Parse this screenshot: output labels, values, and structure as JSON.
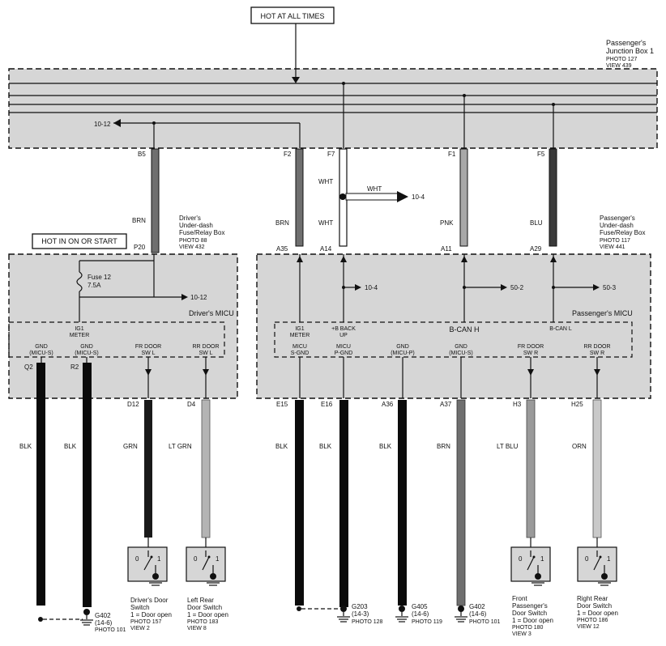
{
  "labels": {
    "hot_at_all_times": "HOT AT ALL TIMES",
    "hot_in_on": "HOT IN ON OR START",
    "pjb": [
      "Passenger's",
      "Junction Box 1",
      "PHOTO 127",
      "VIEW 439"
    ],
    "driver_fuse_box": [
      "Driver's",
      "Under-dash",
      "Fuse/Relay Box",
      "PHOTO 88",
      "VIEW 432"
    ],
    "passenger_fuse_box": [
      "Passenger's",
      "Under-dash",
      "Fuse/Relay Box",
      "PHOTO 117",
      "VIEW 441"
    ],
    "fuse": [
      "Fuse 12",
      "7.5A"
    ],
    "drivers_micu": "Driver's MICU",
    "passengers_micu": "Passenger's MICU",
    "ref_10_12_top": "10-12",
    "ref_10_12_mid": "10-12",
    "ref_10_4_top": "10-4",
    "ref_10_4_mid": "10-4",
    "ref_50_2": "50-2",
    "ref_50_3": "50-3",
    "b_can_h": "B-CAN H",
    "b_can_l": "B-CAN L"
  },
  "top_connectors": [
    "B5",
    "F2",
    "F7",
    "F1",
    "F5"
  ],
  "mid_connectors": [
    "P20",
    "A35",
    "A14",
    "A11",
    "A29"
  ],
  "top_wires": [
    "BRN",
    "BRN",
    "WHT",
    "WHT",
    "PNK",
    "BLU"
  ],
  "wht_branch": "WHT",
  "driver_pins": [
    [
      "GND",
      "(MICU-S)"
    ],
    [
      "GND",
      "(MICU-S)"
    ],
    [
      "FR DOOR",
      "SW L"
    ],
    [
      "RR DOOR",
      "SW L"
    ],
    [
      "IG1",
      "METER"
    ]
  ],
  "passenger_pins": [
    [
      "IG1",
      "METER"
    ],
    [
      "+B BACK",
      "UP"
    ],
    [
      "MICU",
      "S-GND"
    ],
    [
      "MICU",
      "P-GND"
    ],
    [
      "GND",
      "(MICU-P)"
    ],
    [
      "GND",
      "(MICU-S)"
    ],
    [
      "FR DOOR",
      "SW R"
    ],
    [
      "RR DOOR",
      "SW R"
    ]
  ],
  "bottom_connectors": [
    "Q2",
    "R2",
    "D12",
    "D4",
    "E15",
    "E16",
    "A36",
    "A37",
    "H3",
    "H25"
  ],
  "bottom_wires": [
    "BLK",
    "BLK",
    "GRN",
    "LT GRN",
    "BLK",
    "BLK",
    "BLK",
    "BRN",
    "LT BLU",
    "ORN"
  ],
  "switch_contacts": [
    "0",
    "1"
  ],
  "switches": [
    [
      "Driver's Door",
      "Switch",
      "1 = Door open",
      "PHOTO 157",
      "VIEW 2"
    ],
    [
      "Left Rear",
      "Door Switch",
      "1 = Door open",
      "PHOTO 183",
      "VIEW 8"
    ],
    [
      "Front",
      "Passenger's",
      "Door Switch",
      "1 = Door open",
      "PHOTO 180",
      "VIEW 3"
    ],
    [
      "Right Rear",
      "Door Switch",
      "1 = Door open",
      "PHOTO 186",
      "VIEW 12"
    ]
  ],
  "grounds": [
    [
      "G402",
      "(14-6)",
      "PHOTO 101"
    ],
    [
      "G203",
      "(14-3)",
      "PHOTO 128"
    ],
    [
      "G405",
      "(14-6)",
      "PHOTO 119"
    ],
    [
      "G402",
      "(14-6)",
      "PHOTO 101"
    ]
  ],
  "wire_colors": {
    "BLK": "#0b0b0b",
    "BRN": "#6f6f6f",
    "GRN": "#1a1a1a",
    "LT GRN": "#b4b4b4",
    "LT BLU": "#9a9a9a",
    "ORN": "#c9c9c9",
    "PNK": "#a8a8a8",
    "BLU": "#3a3a3a",
    "WHT": "#ffffff"
  }
}
